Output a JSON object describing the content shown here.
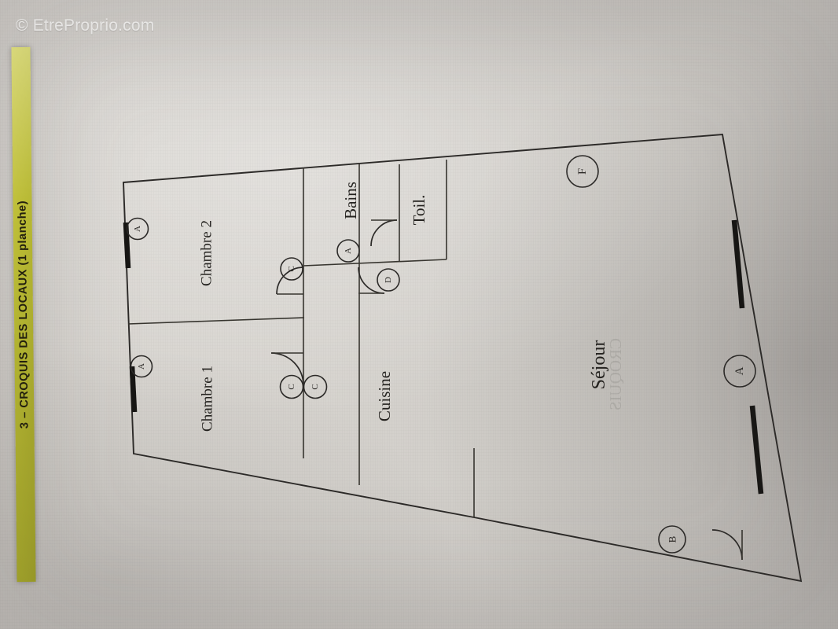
{
  "document": {
    "watermark": "© EtreProprio.com",
    "tab_label": "3 – CROQUIS DES LOCAUX (1 planche)",
    "type": "floor-plan-photo"
  },
  "colors": {
    "paper": "#d6d3ce",
    "tab": "#b9ba33",
    "ink": "#2c2a28",
    "opening": "#171614",
    "watermark": "#ffffff"
  },
  "plan": {
    "rooms": [
      {
        "id": "chambre-2",
        "label": "Chambre 2"
      },
      {
        "id": "chambre-1",
        "label": "Chambre 1"
      },
      {
        "id": "bains",
        "label": "Bains"
      },
      {
        "id": "toil",
        "label": "Toil."
      },
      {
        "id": "cuisine",
        "label": "Cuisine"
      },
      {
        "id": "sejour",
        "label": "Séjour"
      }
    ],
    "markers": [
      {
        "id": "marker-a-chambre2",
        "label": "A"
      },
      {
        "id": "marker-a-chambre1",
        "label": "A"
      },
      {
        "id": "marker-c-chambre2",
        "label": "C"
      },
      {
        "id": "marker-c-chambre1-left",
        "label": "C"
      },
      {
        "id": "marker-c-chambre1-right",
        "label": "C"
      },
      {
        "id": "marker-a-bains",
        "label": "A"
      },
      {
        "id": "marker-d-toil",
        "label": "D"
      },
      {
        "id": "marker-f-sejour",
        "label": "F"
      },
      {
        "id": "marker-a-sejour",
        "label": "A"
      },
      {
        "id": "marker-b-sejour",
        "label": "B"
      }
    ],
    "bleed_text": "CROQUIS"
  }
}
